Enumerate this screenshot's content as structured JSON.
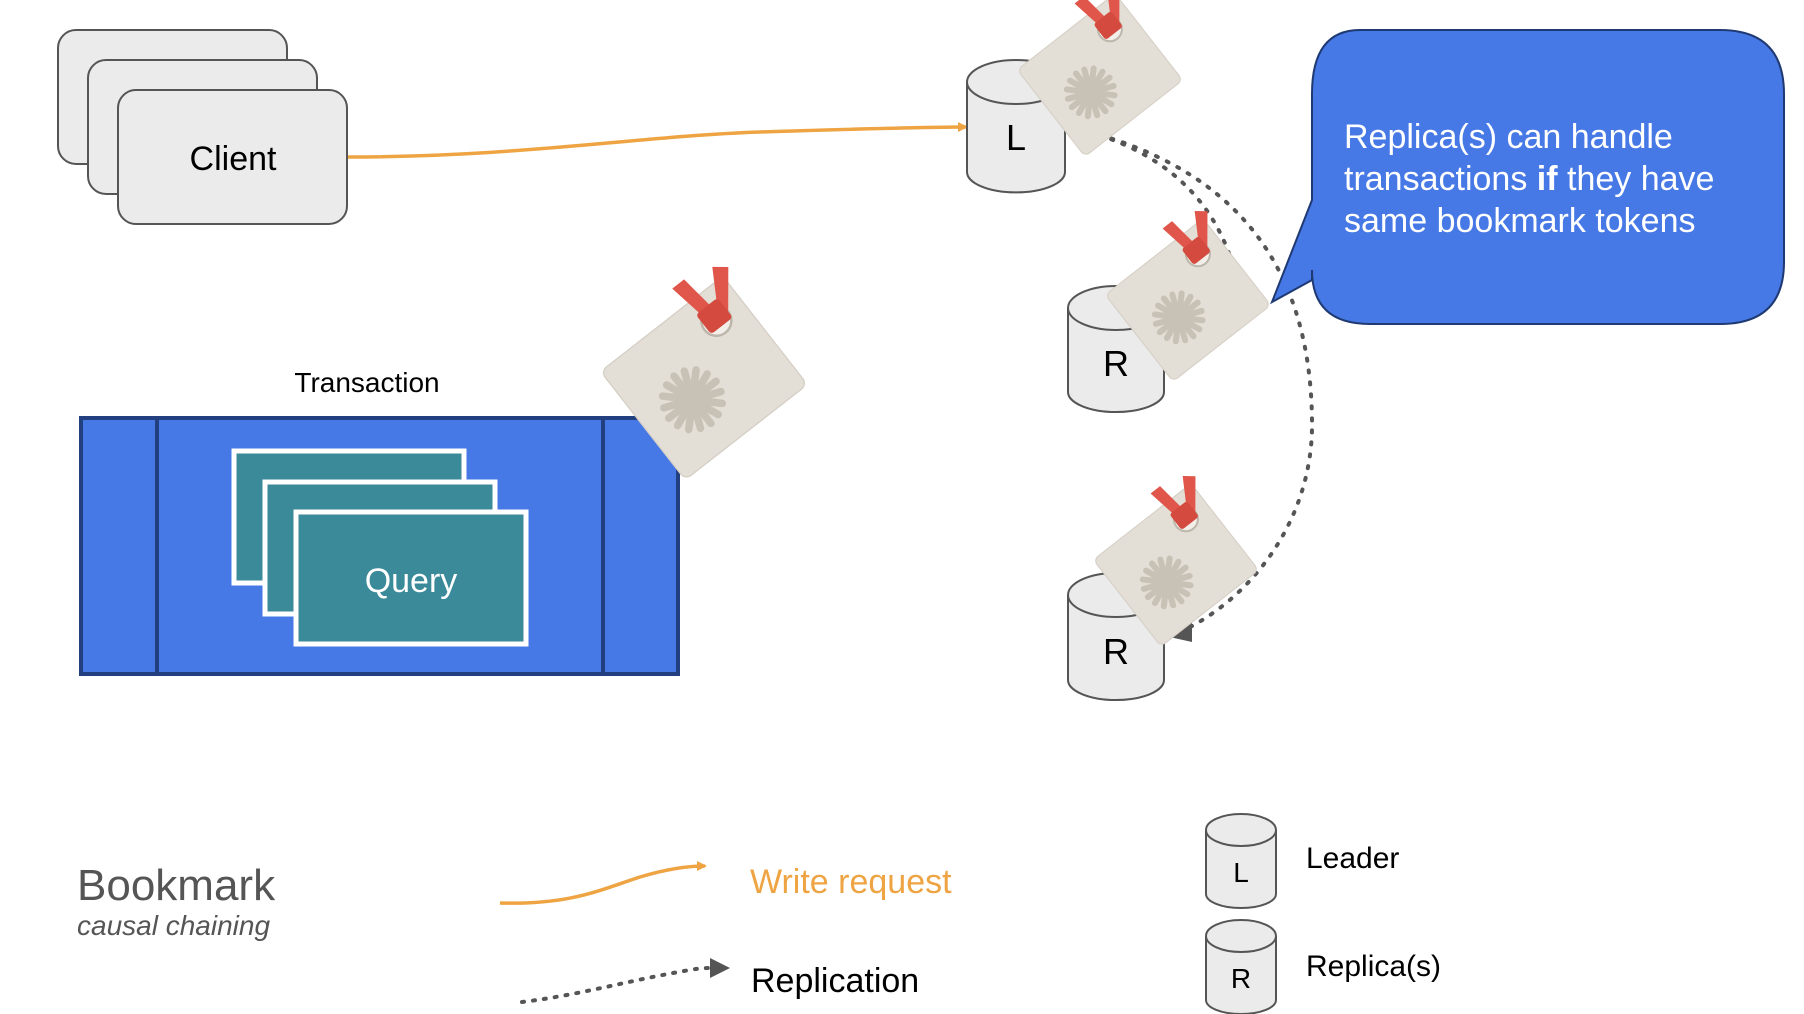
{
  "client": {
    "label": "Client",
    "stack_count": 3
  },
  "transaction": {
    "title": "Transaction",
    "query_label": "Query",
    "query_stack_count": 3
  },
  "nodes": {
    "leader": {
      "letter": "L"
    },
    "replica_1": {
      "letter": "R"
    },
    "replica_2": {
      "letter": "R"
    }
  },
  "callout": {
    "line1": "Replica(s) can handle",
    "line2_before": "transactions ",
    "line2_bold": "if",
    "line2_after": " they have",
    "line3": "same bookmark tokens"
  },
  "legend": {
    "title": "Bookmark",
    "subtitle": "causal chaining",
    "write_request": "Write request",
    "replication": "Replication",
    "leader_letter": "L",
    "leader_label": "Leader",
    "replica_letter": "R",
    "replica_label": "Replica(s)"
  },
  "colors": {
    "write_arrow": "#EFA443",
    "replication_dots": "#555555",
    "transaction_fill": "#4779E6",
    "transaction_border": "#223F80",
    "query_fill": "#3B8A99",
    "callout_fill": "#4779E6",
    "node_fill": "#EBEBEB",
    "tag_fill": "#E3DED6",
    "tag_ribbon": "#E0564A"
  }
}
